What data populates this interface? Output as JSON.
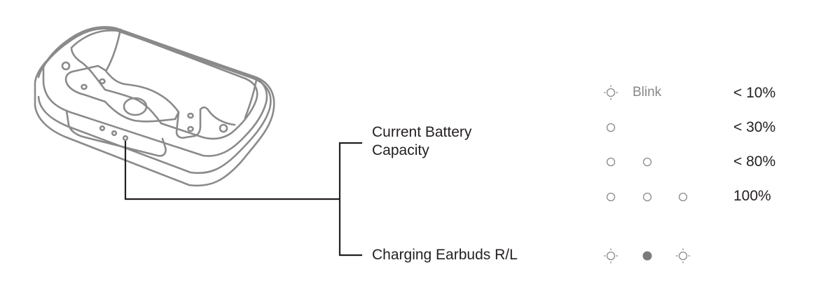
{
  "labels": {
    "battery": [
      "Current Battery",
      "Capacity"
    ],
    "charging": "Charging Earbuds R/L"
  },
  "legend": {
    "blink_text": "Blink",
    "rows": [
      {
        "indicator": "blink-light-icon",
        "lit_count": 1,
        "mode": "blink",
        "value": "< 10%"
      },
      {
        "indicator": "led-off-icon",
        "lit_count": 1,
        "mode": "steady",
        "value": "< 30%"
      },
      {
        "indicator": "led-off-icon",
        "lit_count": 2,
        "mode": "steady",
        "value": "< 80%"
      },
      {
        "indicator": "led-off-icon",
        "lit_count": 3,
        "mode": "steady",
        "value": "100%"
      }
    ],
    "charging_indicators": [
      "blink-light-icon",
      "led-solid-icon",
      "blink-light-icon"
    ]
  },
  "colors": {
    "outline": "#8a8a8b",
    "leader": "#231f20",
    "text": "#231f20",
    "muted": "#888888",
    "led_solid": "#7a7a7c"
  }
}
